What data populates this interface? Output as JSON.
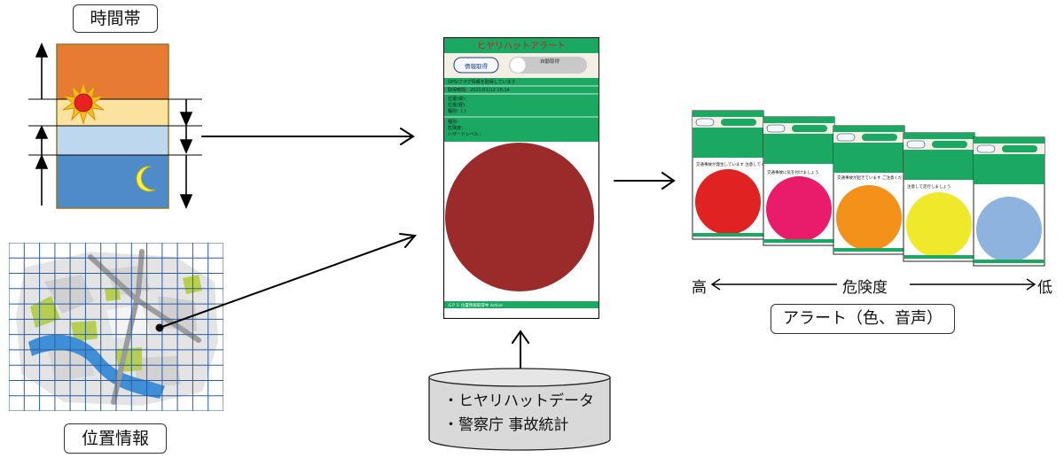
{
  "labels": {
    "time_band": "時間帯",
    "location_info": "位置情報",
    "alert": "アラート（色、音声）"
  },
  "database": {
    "line1": "・ヒヤリハットデータ",
    "line2": "・警察庁 事故統計"
  },
  "scale": {
    "high": "高",
    "title": "危険度",
    "low": "低"
  },
  "phone": {
    "title": "ヒヤリハットアラート",
    "button": "情報取得",
    "toggle_label": "自動取得",
    "rows": [
      "GPS/フラグ情報を取得しています",
      "取得時間：2021/01/12 15:14",
      "位置(緯)：",
      "位置(経)：",
      "種別：( )",
      "種別：",
      "危険度：",
      "ハザードレベル："
    ],
    "footer": "ＧＰＳ 位置情報取得中 Active"
  },
  "alert_screens": {
    "messages": [
      "交通事故が発生しています 注意してください",
      "交通事故に気を付けましょう",
      "交通事故が起きています ご注意ください",
      "注意して走行しましょう",
      ""
    ]
  },
  "colors": {
    "time_sunset": "#E87B34",
    "time_day": "#FBE29E",
    "time_evening": "#BDD7EE",
    "time_night": "#4F8AC9",
    "phone_green": "#1AA862",
    "danger_circle": "#9B2A2A",
    "level_1": "#E02222",
    "level_2": "#E91B6B",
    "level_3": "#F3911B",
    "level_4": "#EFE82B",
    "level_5": "#8DB3DE",
    "grid_line": "#2E5D9E",
    "db_fill": "#D9D9D9"
  }
}
